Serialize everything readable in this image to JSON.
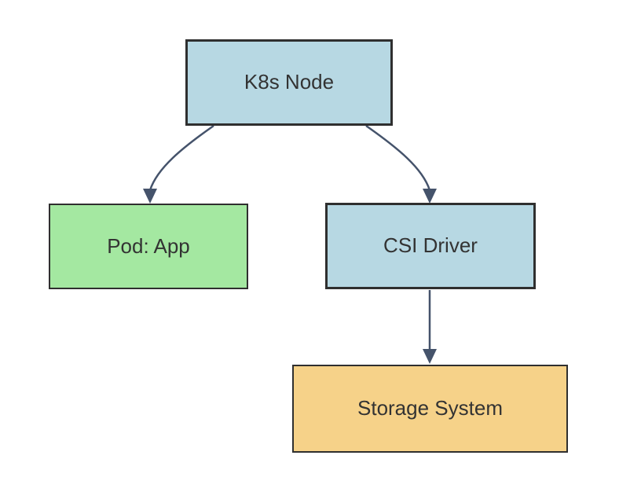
{
  "diagram": {
    "type": "flowchart",
    "direction": "top-down",
    "nodes": [
      {
        "id": "k8s_node",
        "label": "K8s Node",
        "fill": "#b7d8e3",
        "border": "#2f2f2f",
        "emphasis": "thick-border"
      },
      {
        "id": "pod_app",
        "label": "Pod: App",
        "fill": "#a4e8a1",
        "border": "#2f2f2f",
        "emphasis": "normal"
      },
      {
        "id": "csi_driver",
        "label": "CSI Driver",
        "fill": "#b7d8e3",
        "border": "#2f2f2f",
        "emphasis": "thick-border"
      },
      {
        "id": "storage_system",
        "label": "Storage System",
        "fill": "#f6d289",
        "border": "#2f2f2f",
        "emphasis": "normal"
      }
    ],
    "edges": [
      {
        "from": "k8s_node",
        "to": "pod_app",
        "style": "curved"
      },
      {
        "from": "k8s_node",
        "to": "csi_driver",
        "style": "curved"
      },
      {
        "from": "csi_driver",
        "to": "storage_system",
        "style": "straight"
      }
    ],
    "colors": {
      "edge": "#45536b",
      "node_border": "#2f2f2f",
      "text": "#333333",
      "background": "#ffffff",
      "fill_blue": "#b7d8e3",
      "fill_green": "#a4e8a1",
      "fill_amber": "#f6d289"
    }
  }
}
